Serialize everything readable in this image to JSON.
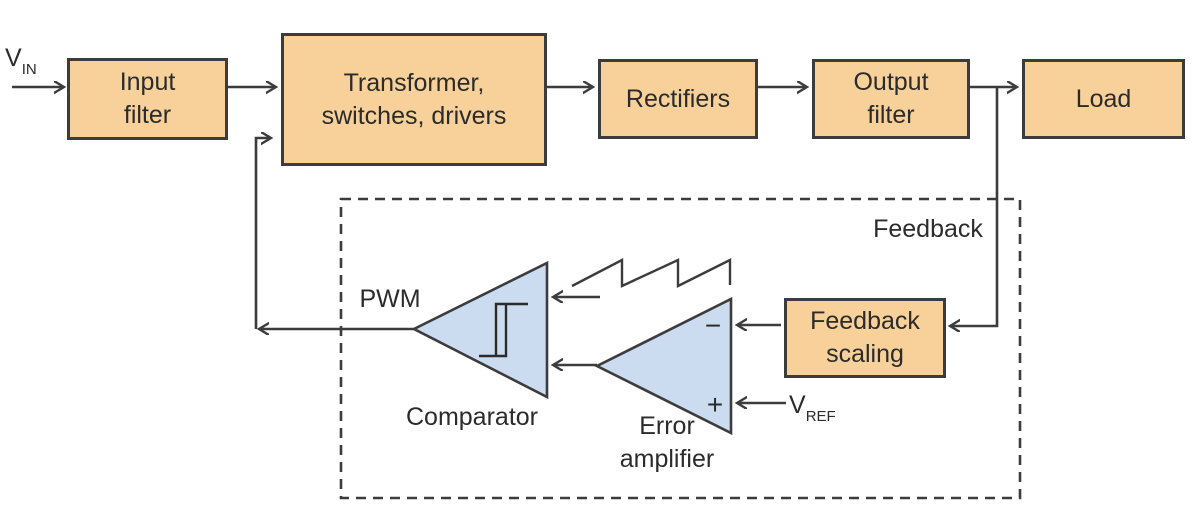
{
  "diagram": {
    "type": "block-diagram",
    "subject": "switching power supply with feedback control loop"
  },
  "colors": {
    "block_fill": "#f7d199",
    "block_border": "#3c3c3c",
    "triangle_fill": "#cbdcf0",
    "line": "#3c3c3c",
    "text": "#2b2b2b",
    "background": "#ffffff"
  },
  "blocks": {
    "input_filter": {
      "label": "Input\nfilter"
    },
    "transformer": {
      "label": "Transformer,\nswitches, drivers"
    },
    "rectifiers": {
      "label": "Rectifiers"
    },
    "output_filter": {
      "label": "Output\nfilter"
    },
    "load": {
      "label": "Load"
    },
    "feedback_scaling": {
      "label": "Feedback\nscaling"
    }
  },
  "labels": {
    "vin": {
      "main": "V",
      "sub": "IN"
    },
    "vref": {
      "main": "V",
      "sub": "REF"
    },
    "feedback": "Feedback",
    "pwm": "PWM",
    "comparator": "Comparator",
    "error_amplifier": "Error\namplifier",
    "minus_input": "−",
    "plus_input": "+"
  },
  "icons": {
    "sawtooth_waveform": "ramp-oscillator-waveform",
    "hysteresis": "schmitt-trigger-hysteresis-loop",
    "comparator_triangle": "left-pointing-amplifier-triangle",
    "error_amplifier_triangle": "left-pointing-amplifier-triangle",
    "dashed_box": "control-loop-boundary"
  }
}
